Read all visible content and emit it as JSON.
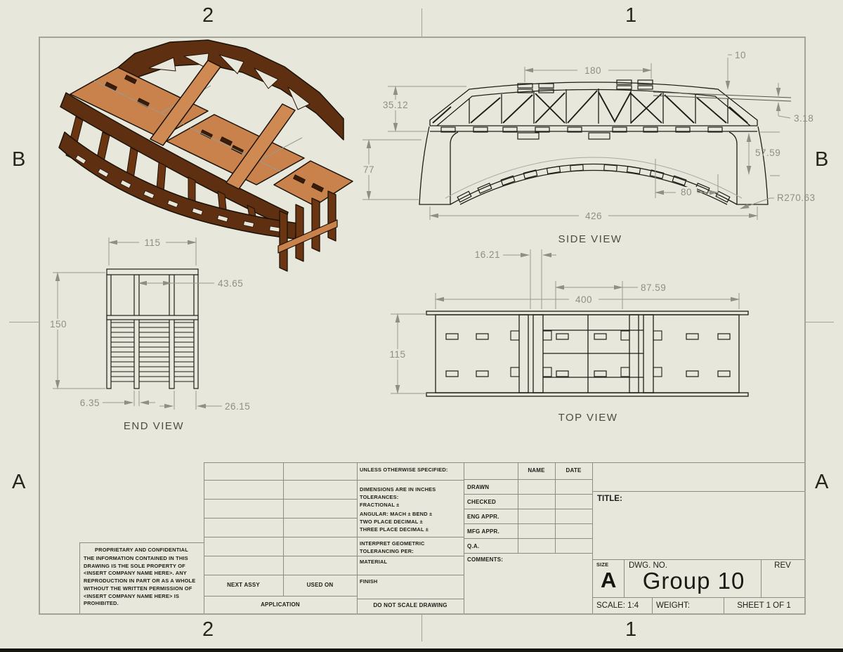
{
  "sheet": {
    "zones": {
      "top": [
        "2",
        "1"
      ],
      "bottom": [
        "2",
        "1"
      ],
      "left": [
        "B",
        "A"
      ],
      "right": [
        "B",
        "A"
      ]
    }
  },
  "views": {
    "isometric": {
      "name": "isometric-render"
    },
    "side": {
      "label": "SIDE VIEW",
      "dims": {
        "d10": "10",
        "d180": "180",
        "d35_12": "35.12",
        "d3_18": "3.18",
        "d77": "77",
        "d57_59": "57.59",
        "d80": "80",
        "d426": "426",
        "r270_63": "R270.63"
      }
    },
    "end": {
      "label": "END VIEW",
      "dims": {
        "d115": "115",
        "d43_65": "43.65",
        "d150": "150",
        "d6_35": "6.35",
        "d26_15": "26.15"
      }
    },
    "top": {
      "label": "TOP VIEW",
      "dims": {
        "d16_21": "16.21",
        "d87_59": "87.59",
        "d400": "400",
        "d115": "115"
      }
    }
  },
  "title_block": {
    "proprietary": {
      "title": "PROPRIETARY AND CONFIDENTIAL",
      "body": "THE INFORMATION CONTAINED IN THIS DRAWING IS THE SOLE PROPERTY OF <INSERT COMPANY NAME HERE>.  ANY REPRODUCTION IN PART OR AS A WHOLE WITHOUT THE WRITTEN PERMISSION OF <INSERT COMPANY NAME HERE> IS PROHIBITED."
    },
    "application": {
      "next_assy": "NEXT ASSY",
      "used_on": "USED ON",
      "application": "APPLICATION"
    },
    "tolerance": {
      "header": "UNLESS OTHERWISE SPECIFIED:",
      "lines": [
        "DIMENSIONS ARE IN INCHES",
        "TOLERANCES:",
        "FRACTIONAL ±",
        "ANGULAR: MACH ±   BEND ±",
        "TWO PLACE DECIMAL    ±",
        "THREE PLACE DECIMAL  ±"
      ],
      "interpret": "INTERPRET GEOMETRIC TOLERANCING PER:",
      "material": "MATERIAL",
      "finish": "FINISH",
      "no_scale": "DO NOT SCALE DRAWING"
    },
    "approvals": {
      "name_col": "NAME",
      "date_col": "DATE",
      "rows": [
        "DRAWN",
        "CHECKED",
        "ENG APPR.",
        "MFG APPR.",
        "Q.A."
      ],
      "comments": "COMMENTS:"
    },
    "info": {
      "title_label": "TITLE:",
      "size_label": "SIZE",
      "size": "A",
      "dwg_label": "DWG.  NO.",
      "dwg_no": "Group 10",
      "rev_label": "REV",
      "scale": "SCALE: 1:4",
      "weight": "WEIGHT:",
      "sheet": "SHEET 1 OF 1"
    }
  },
  "colors": {
    "sheet_bg": "#e8e7db",
    "border_gray": "#a4a49a",
    "line_black": "#1a1a1a",
    "dim_gray": "#8f8f86",
    "wood_dark": "#5e2f10",
    "wood_mid": "#7c3f16",
    "wood_deck": "#c9824c",
    "wood_beam": "#cf8a54"
  }
}
